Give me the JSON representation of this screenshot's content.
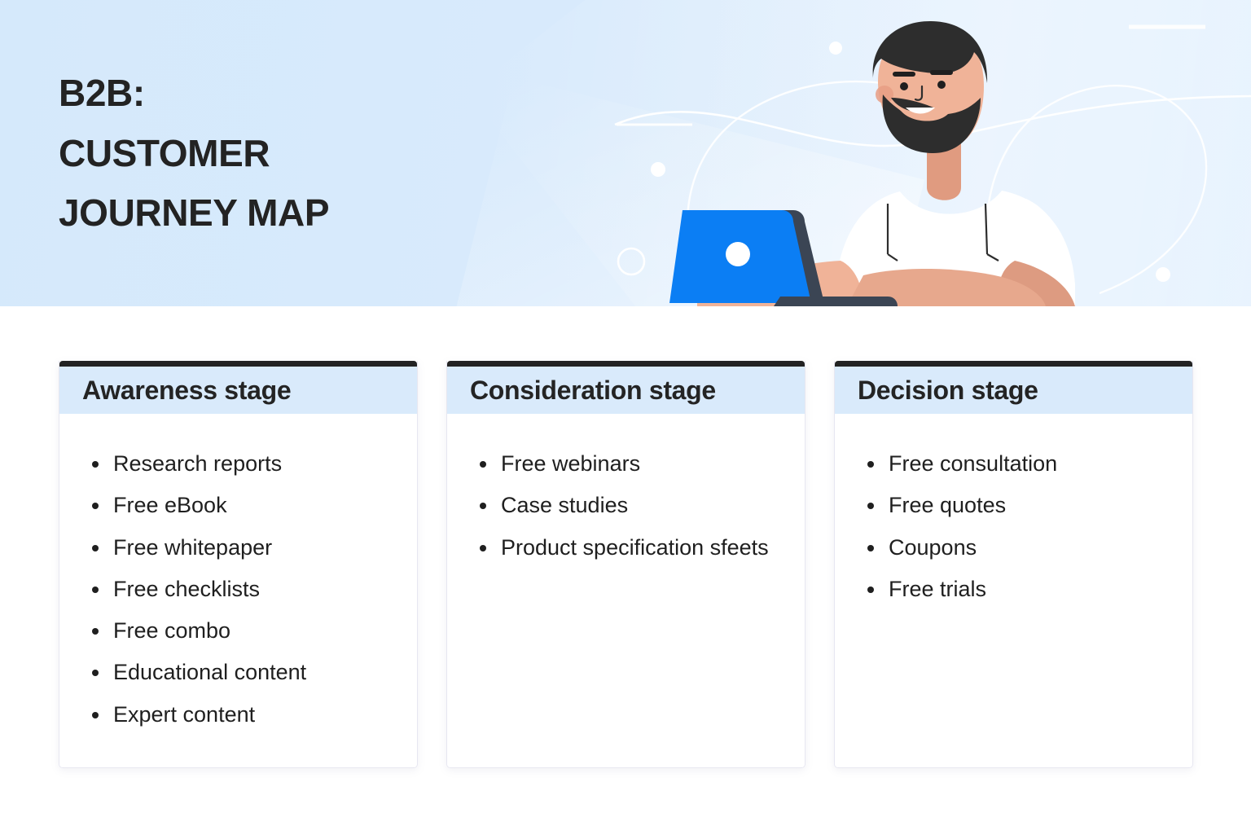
{
  "header": {
    "title_lines": [
      "B2B:",
      "CUSTOMER",
      "JOURNEY MAP"
    ],
    "background_color": "#d8eafc",
    "accent_color": "#0b7ef4"
  },
  "illustration": {
    "name": "man-working-on-laptop",
    "skin_color": "#f0b398",
    "hair_color": "#2d2d2d",
    "shirt_color": "#ffffff",
    "laptop_color": "#0b7ef4",
    "laptop_base_color": "#3b4554"
  },
  "stages": [
    {
      "title": "Awareness stage",
      "items": [
        "Research reports",
        "Free eBook",
        "Free whitepaper",
        "Free checklists",
        "Free combo",
        "Educational content",
        "Expert content"
      ]
    },
    {
      "title": "Consideration stage",
      "items": [
        "Free webinars",
        "Case studies",
        "Product specification sfeets"
      ]
    },
    {
      "title": "Decision stage",
      "items": [
        "Free consultation",
        "Free quotes",
        "Coupons",
        "Free trials"
      ]
    }
  ]
}
